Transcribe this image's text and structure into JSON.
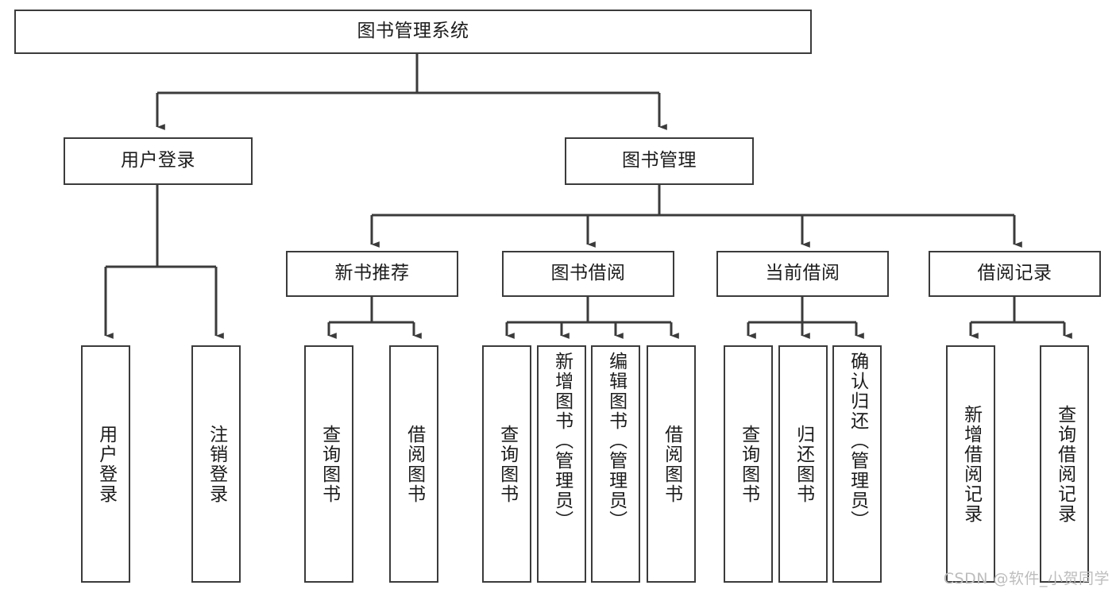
{
  "diagram": {
    "title": "图书管理系统",
    "type": "tree-hierarchy-diagram",
    "watermark": "CSDN @软件_小贺同学",
    "colors": {
      "box_border": "#3b3b3b",
      "box_fill": "#ffffff",
      "line": "#3b3b3b",
      "text": "#1c1c1c",
      "watermark": "#bdbdbd",
      "background": "#ffffff"
    },
    "root": {
      "label": "图书管理系统"
    },
    "level2": [
      {
        "label": "用户登录"
      },
      {
        "label": "图书管理"
      }
    ],
    "level3": [
      {
        "label": "新书推荐"
      },
      {
        "label": "图书借阅"
      },
      {
        "label": "当前借阅"
      },
      {
        "label": "借阅记录"
      }
    ],
    "leaves": {
      "user_login": [
        {
          "label": "用户登录"
        },
        {
          "label": "注销登录"
        }
      ],
      "new_book_recommend": [
        {
          "label": "查询图书"
        },
        {
          "label": "借阅图书"
        }
      ],
      "book_borrow": [
        {
          "label": "查询图书"
        },
        {
          "label": "新增图书（管理员）"
        },
        {
          "label": "编辑图书（管理员）"
        },
        {
          "label": "借阅图书"
        }
      ],
      "current_borrow": [
        {
          "label": "查询图书"
        },
        {
          "label": "归还图书"
        },
        {
          "label": "确认归还（管理员）"
        }
      ],
      "borrow_record": [
        {
          "label": "新增借阅记录"
        },
        {
          "label": "查询借阅记录"
        }
      ]
    }
  }
}
